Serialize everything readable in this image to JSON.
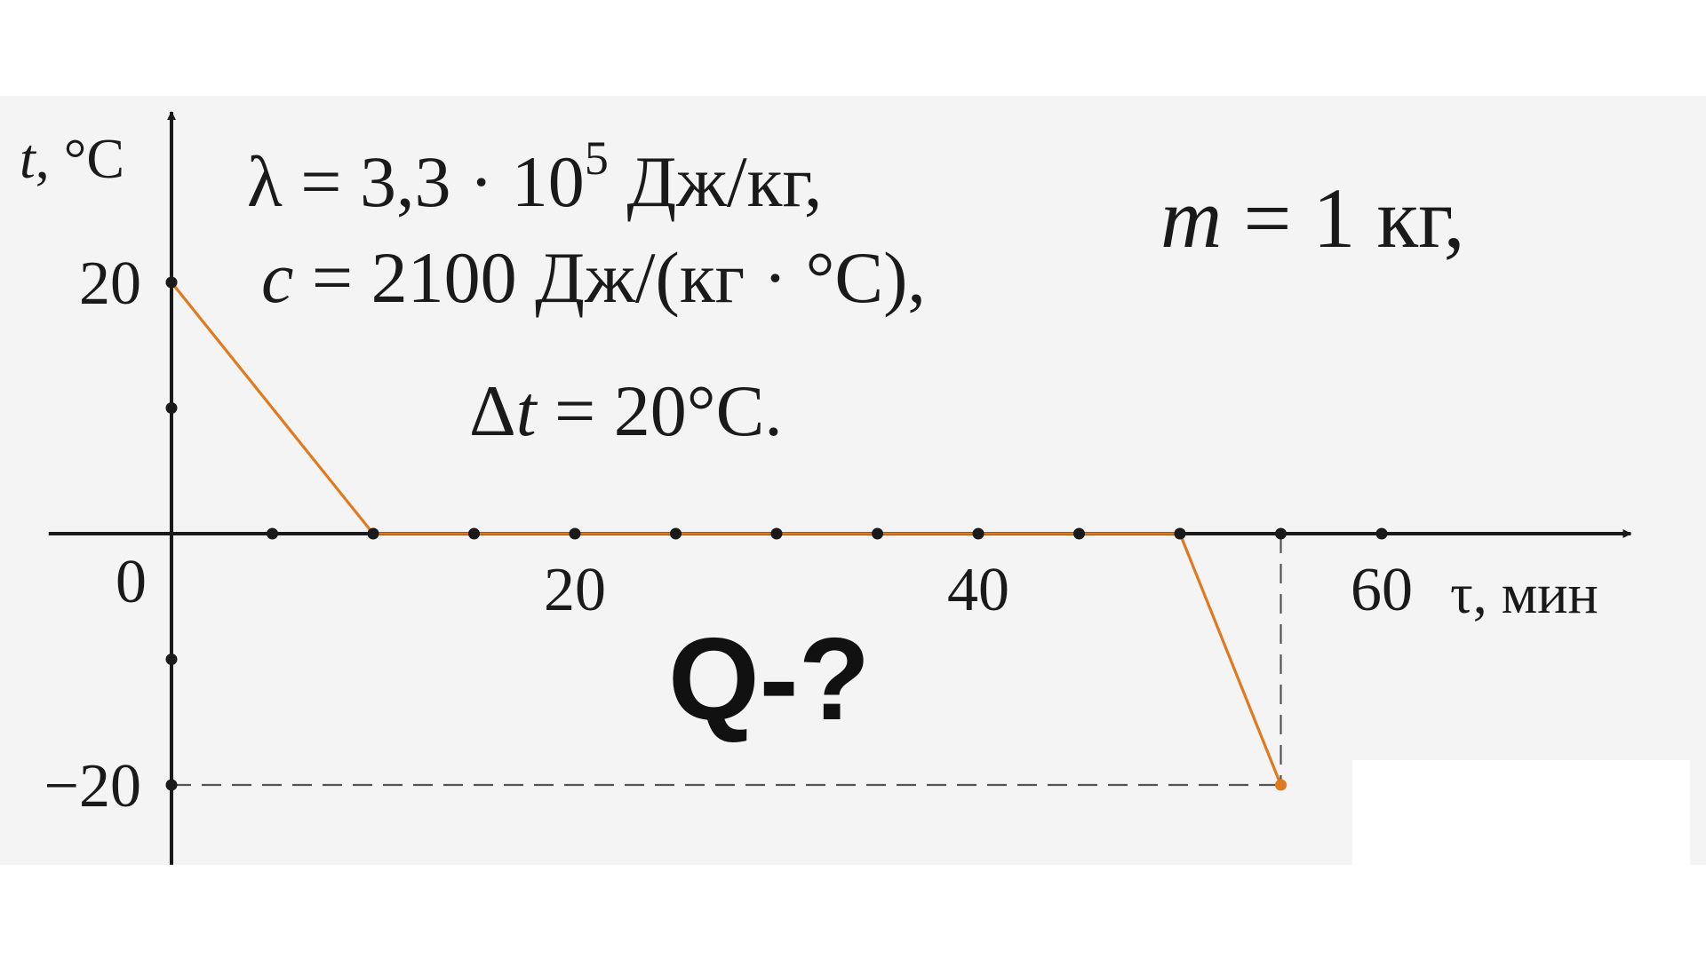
{
  "chart_data": {
    "type": "line",
    "x_axis": {
      "label_symbol": "τ",
      "label_unit": ", мин",
      "ticks": [
        20,
        40,
        60
      ],
      "minor_ticks": [
        5,
        10,
        15,
        20,
        25,
        30,
        35,
        40,
        45,
        50,
        55,
        60
      ],
      "range": [
        -6,
        72
      ]
    },
    "y_axis": {
      "label_symbol": "t",
      "label_unit": ", °C",
      "ticks": [
        20,
        -20
      ],
      "minor_ticks": [
        20,
        10,
        -10,
        -20
      ],
      "range": [
        -26,
        33
      ]
    },
    "origin_label": "0",
    "series": [
      {
        "color": "#e07a1f",
        "points": [
          [
            0,
            20
          ],
          [
            10,
            0
          ],
          [
            50,
            0
          ],
          [
            55,
            -20
          ]
        ]
      }
    ],
    "guides": [
      {
        "from": [
          0,
          -20
        ],
        "to": [
          55,
          -20
        ],
        "style": "dashed"
      },
      {
        "from": [
          55,
          0
        ],
        "to": [
          55,
          -20
        ],
        "style": "dashed"
      }
    ]
  },
  "formulas": {
    "lambda_lhs": "λ = 3,3 · 10",
    "lambda_exp": "5",
    "lambda_unit": " Дж/кг,",
    "c_sym": "c",
    "c_rest": " = 2100 Дж/(кг · °C),",
    "dt_delta": "Δ",
    "dt_sym": "t",
    "dt_rest": " = 20°C.",
    "m_sym": "m",
    "m_rest": " = 1 кг,"
  },
  "question": "Q-?",
  "colors": {
    "line": "#e07a1f",
    "axis": "#1a1a1a",
    "panel": "#f4f4f4"
  }
}
